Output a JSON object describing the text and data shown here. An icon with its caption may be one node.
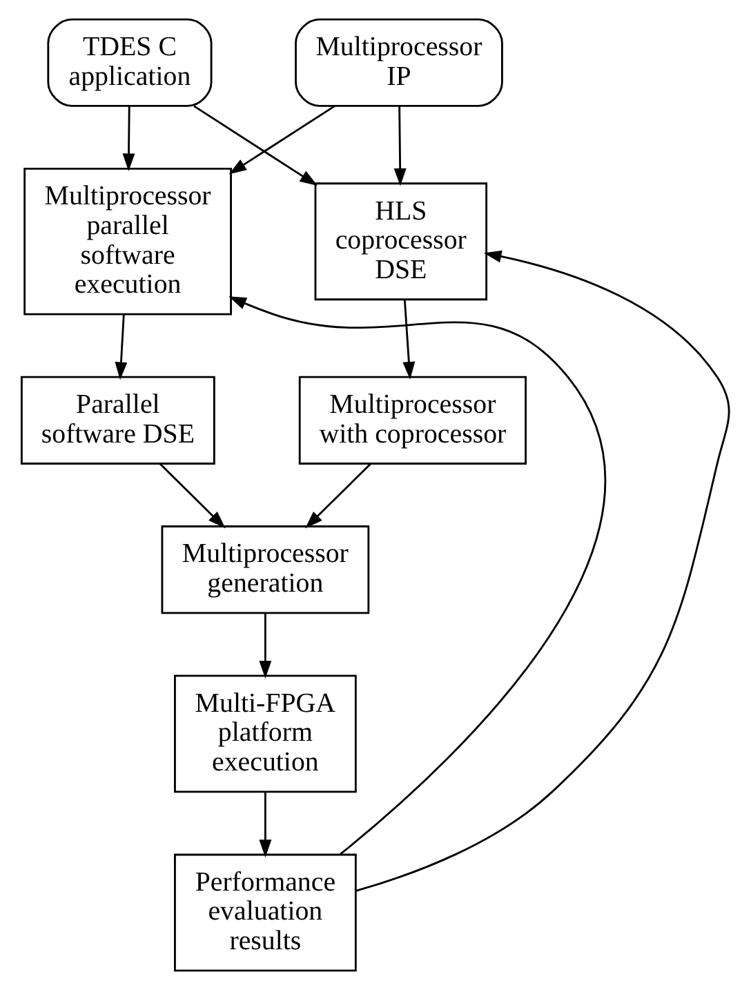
{
  "diagram": {
    "nodes": [
      {
        "text": [
          "TDES C application"
        ]
      },
      {
        "text": [
          "Multiprocessor IP"
        ]
      },
      {
        "text": [
          "Multiprocessor parallel software execution"
        ]
      },
      {
        "text": [
          "HLS coprocessor DSE"
        ]
      },
      {
        "text": [
          "Parallel software DSE"
        ]
      },
      {
        "text": [
          "Multiprocessor with coprocessor"
        ]
      },
      {
        "text": [
          "Multiprocessor generation"
        ]
      },
      {
        "text": [
          "Multi-FPGA platform execution"
        ]
      },
      {
        "text": [
          "Performance evaluation results"
        ]
      }
    ],
    "edges": [
      {
        "from": 0,
        "to": 2,
        "arrow": "to"
      },
      {
        "from": 0,
        "to": 3,
        "arrow": "to"
      },
      {
        "from": 1,
        "to": 2,
        "arrow": "to"
      },
      {
        "from": 1,
        "to": 3,
        "arrow": "to"
      },
      {
        "from": 2,
        "to": 4,
        "arrow": "to"
      },
      {
        "from": 3,
        "to": 5,
        "arrow": "to"
      },
      {
        "from": 4,
        "to": 6,
        "arrow": "to"
      },
      {
        "from": 5,
        "to": 6,
        "arrow": "to"
      },
      {
        "from": 6,
        "to": 7,
        "arrow": "to"
      },
      {
        "from": 7,
        "to": 8,
        "arrow": "to"
      },
      {
        "from": 8,
        "to": 2,
        "arrow": "to"
      },
      {
        "from": 8,
        "to": 3,
        "arrow": "to"
      }
    ]
  }
}
